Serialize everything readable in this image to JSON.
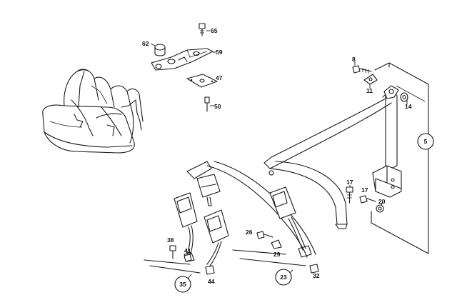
{
  "diagram": {
    "part_labels": {
      "p65": "65",
      "p62": "62",
      "p59": "59",
      "p47": "47",
      "p50": "50",
      "p8": "8",
      "p11": "11",
      "p14": "14",
      "p5": "5",
      "p17a": "17",
      "p17b": "17",
      "p20": "20",
      "p26": "26",
      "p29": "29",
      "p23": "23",
      "p32": "32",
      "p38": "38",
      "p41": "41",
      "p35": "35",
      "p44": "44"
    }
  }
}
